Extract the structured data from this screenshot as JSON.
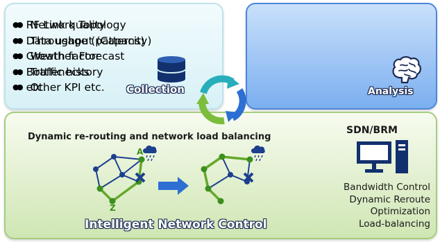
{
  "collection": {
    "items": [
      "Network Topology",
      "Throughput (Capacity)",
      "Weather Forecast",
      "Traffic history",
      "Other KPI etc."
    ],
    "title": "Collection",
    "icon": "database-icon"
  },
  "analysis": {
    "items": [
      "RF Link quality",
      "Data usage (patterns)",
      "Growth factor",
      "Bottlenecks",
      "etc."
    ],
    "title": "Analysis",
    "icon": "brain-icon"
  },
  "control": {
    "heading": "Dynamic re-routing and network load balancing",
    "title": "Intelligent Network Control",
    "node_a": "A",
    "node_z": "Z",
    "sdn": {
      "heading": "SDN/BRM",
      "icon": "computer-icon",
      "features": [
        "Bandwidth Control",
        "Dynamic Reroute",
        "Optimization",
        "Load-balancing"
      ]
    }
  },
  "colors": {
    "collection_bg": "#d7f1f6",
    "analysis_bg": "#7bafef",
    "control_bg": "#cfe6b3",
    "node_blue": "#1c3f8f",
    "node_green": "#3b8f1e",
    "link_green": "#64a82a",
    "cycle_teal": "#28aebb",
    "cycle_blue": "#2d6fd3",
    "cycle_green": "#7cbd3c"
  }
}
